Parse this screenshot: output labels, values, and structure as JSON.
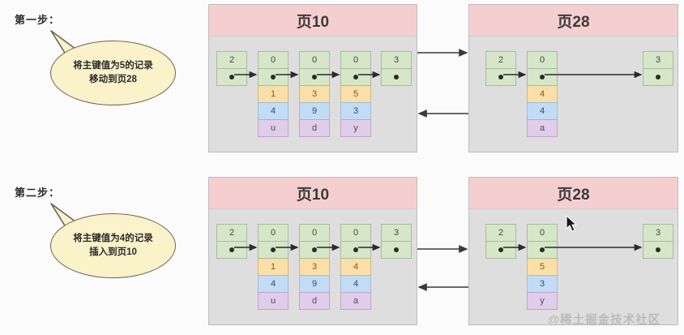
{
  "steps": [
    {
      "label": "第一步：",
      "callout": {
        "line1": "将主键值为5的记录",
        "line2": "移动到页28"
      },
      "pages": [
        {
          "title": "页10",
          "nodes": [
            {
              "key": "2",
              "kind": "head",
              "fields": []
            },
            {
              "key": "0",
              "kind": "record",
              "fields": [
                "1",
                "4",
                "u"
              ]
            },
            {
              "key": "0",
              "kind": "record",
              "fields": [
                "3",
                "9",
                "d"
              ]
            },
            {
              "key": "0",
              "kind": "record",
              "fields": [
                "5",
                "3",
                "y"
              ]
            },
            {
              "key": "3",
              "kind": "tail",
              "fields": []
            }
          ]
        },
        {
          "title": "页28",
          "nodes": [
            {
              "key": "2",
              "kind": "head",
              "fields": []
            },
            {
              "key": "0",
              "kind": "record",
              "fields": [
                "4",
                "4",
                "a"
              ]
            },
            {
              "key": "3",
              "kind": "tail",
              "fields": []
            }
          ]
        }
      ]
    },
    {
      "label": "第二步：",
      "callout": {
        "line1": "将主键值为4的记录",
        "line2": "插入到页10"
      },
      "pages": [
        {
          "title": "页10",
          "nodes": [
            {
              "key": "2",
              "kind": "head",
              "fields": []
            },
            {
              "key": "0",
              "kind": "record",
              "fields": [
                "1",
                "4",
                "u"
              ]
            },
            {
              "key": "0",
              "kind": "record",
              "fields": [
                "3",
                "9",
                "d"
              ]
            },
            {
              "key": "0",
              "kind": "record",
              "fields": [
                "4",
                "4",
                "a"
              ]
            },
            {
              "key": "3",
              "kind": "tail",
              "fields": []
            }
          ]
        },
        {
          "title": "页28",
          "nodes": [
            {
              "key": "2",
              "kind": "head",
              "fields": []
            },
            {
              "key": "0",
              "kind": "record",
              "fields": [
                "5",
                "3",
                "y"
              ]
            },
            {
              "key": "3",
              "kind": "tail",
              "fields": []
            }
          ]
        }
      ]
    }
  ],
  "connector": {
    "top_direction": "right",
    "bottom_direction": "left"
  },
  "watermark": "@稀土掘金技术社区",
  "colors": {
    "header_pink": "#f5cfcf",
    "panel_gray": "#dedede",
    "node_green": "#d6e7c8",
    "field_orange": "#fadfa8",
    "field_blue": "#c3dcf5",
    "field_purple": "#e0cdea",
    "bubble_yellow": "#faf2c8",
    "arrow_dark": "#2b2b2b"
  }
}
